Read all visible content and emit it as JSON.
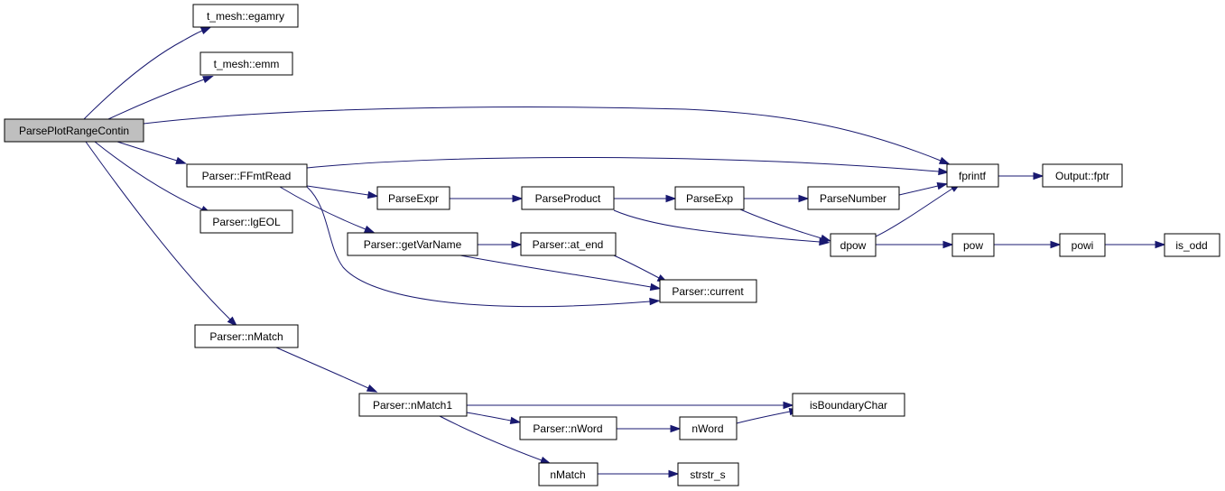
{
  "colors": {
    "edge": "#191970",
    "node_border": "#000000",
    "root_fill": "#bfbfbf",
    "node_fill": "#ffffff"
  },
  "nodes": {
    "parseplotrangecontin": "ParsePlotRangeContin",
    "t_mesh_egamry": "t_mesh::egamry",
    "t_mesh_emm": "t_mesh::emm",
    "parser_ffmtread": "Parser::FFmtRead",
    "parser_lgeol": "Parser::lgEOL",
    "parser_nmatch": "Parser::nMatch",
    "fprintf": "fprintf",
    "output_fptr": "Output::fptr",
    "parseexpr": "ParseExpr",
    "parseproduct": "ParseProduct",
    "parseexp": "ParseExp",
    "parsenumber": "ParseNumber",
    "parser_getvarname": "Parser::getVarName",
    "parser_at_end": "Parser::at_end",
    "parser_current": "Parser::current",
    "dpow": "dpow",
    "pow": "pow",
    "powi": "powi",
    "is_odd": "is_odd",
    "parser_nmatch1": "Parser::nMatch1",
    "isboundarychar": "isBoundaryChar",
    "parser_nword": "Parser::nWord",
    "nword": "nWord",
    "nmatch": "nMatch",
    "strstr_s": "strstr_s"
  },
  "edges": [
    [
      "parseplotrangecontin",
      "t_mesh_egamry"
    ],
    [
      "parseplotrangecontin",
      "t_mesh_emm"
    ],
    [
      "parseplotrangecontin",
      "fprintf"
    ],
    [
      "parseplotrangecontin",
      "parser_ffmtread"
    ],
    [
      "parseplotrangecontin",
      "parser_lgeol"
    ],
    [
      "parseplotrangecontin",
      "parser_nmatch"
    ],
    [
      "parser_ffmtread",
      "fprintf"
    ],
    [
      "parser_ffmtread",
      "parseexpr"
    ],
    [
      "parser_ffmtread",
      "parser_getvarname"
    ],
    [
      "parser_ffmtread",
      "parser_current"
    ],
    [
      "fprintf",
      "output_fptr"
    ],
    [
      "parseexpr",
      "parseproduct"
    ],
    [
      "parseproduct",
      "parseexp"
    ],
    [
      "parseproduct",
      "dpow"
    ],
    [
      "parseexp",
      "parsenumber"
    ],
    [
      "parseexp",
      "dpow"
    ],
    [
      "parsenumber",
      "fprintf"
    ],
    [
      "dpow",
      "fprintf"
    ],
    [
      "dpow",
      "pow"
    ],
    [
      "pow",
      "powi"
    ],
    [
      "powi",
      "is_odd"
    ],
    [
      "parser_getvarname",
      "parser_at_end"
    ],
    [
      "parser_getvarname",
      "parser_current"
    ],
    [
      "parser_at_end",
      "parser_current"
    ],
    [
      "parser_nmatch",
      "parser_nmatch1"
    ],
    [
      "parser_nmatch1",
      "isboundarychar"
    ],
    [
      "parser_nmatch1",
      "parser_nword"
    ],
    [
      "parser_nmatch1",
      "nmatch"
    ],
    [
      "parser_nword",
      "nword"
    ],
    [
      "nword",
      "isboundarychar"
    ],
    [
      "nmatch",
      "strstr_s"
    ]
  ]
}
